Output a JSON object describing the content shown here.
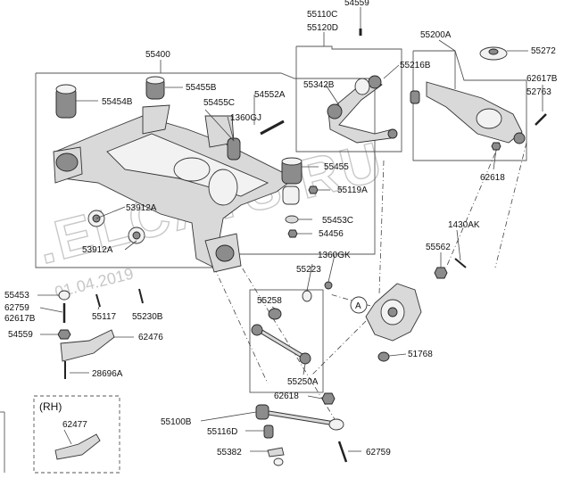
{
  "watermark": {
    "text": ".ELCATS.RU",
    "date": "01.04.2019"
  },
  "rh_label": "(RH)",
  "circle_label": "A",
  "labels": {
    "55400": "55400",
    "55454B": "55454B",
    "55455B": "55455B",
    "55455C": "55455C",
    "54552A": "54552A",
    "1360GJ": "1360GJ",
    "55455": "55455",
    "55119A": "55119A",
    "53912A_a": "53912A",
    "53912A_b": "53912A",
    "55453C": "55453C",
    "54456": "54456",
    "55223": "55223",
    "1360GK": "1360GK",
    "54559_top": "54559",
    "55110C": "55110C",
    "55120D": "55120D",
    "55342B": "55342B",
    "55216B": "55216B",
    "55200A": "55200A",
    "55272": "55272",
    "62617B_r": "62617B",
    "52763": "52763",
    "62618_r": "62618",
    "1430AK": "1430AK",
    "55562": "55562",
    "55453": "55453",
    "62759_l": "62759",
    "62617B_l": "62617B",
    "54559_l": "54559",
    "55117": "55117",
    "55230B": "55230B",
    "62476": "62476",
    "28696A": "28696A",
    "55258": "55258",
    "55250A": "55250A",
    "51768": "51768",
    "62618_b": "62618",
    "55100B": "55100B",
    "55116D": "55116D",
    "55382": "55382",
    "62759_b": "62759",
    "62477": "62477"
  }
}
